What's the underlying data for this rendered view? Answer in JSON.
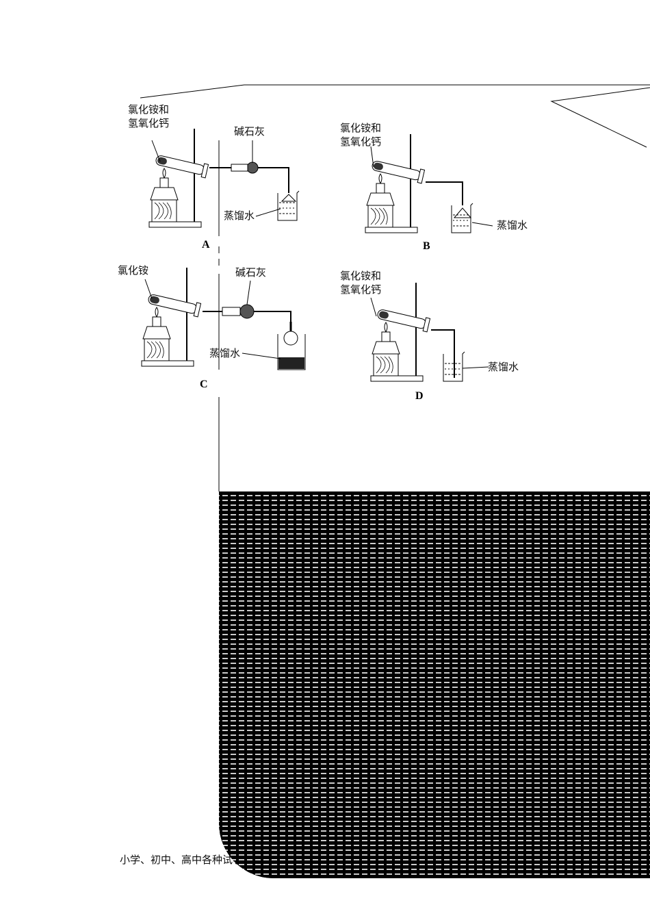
{
  "diagrams": [
    {
      "caption": "A",
      "reagent": "氯化铵和\n氢氧化钙",
      "drying_agent": "碱石灰",
      "water": "蒸馏水"
    },
    {
      "caption": "B",
      "reagent": "氯化铵和\n氢氧化钙",
      "water": "蒸馏水"
    },
    {
      "caption": "C",
      "reagent": "氯化铵",
      "drying_agent": "碱石灰",
      "water": "蒸馏水"
    },
    {
      "caption": "D",
      "reagent": "氯化铵和\n氢氧化钙",
      "water": "蒸馏水"
    }
  ],
  "footer": "小学、初中、高中各种试卷"
}
